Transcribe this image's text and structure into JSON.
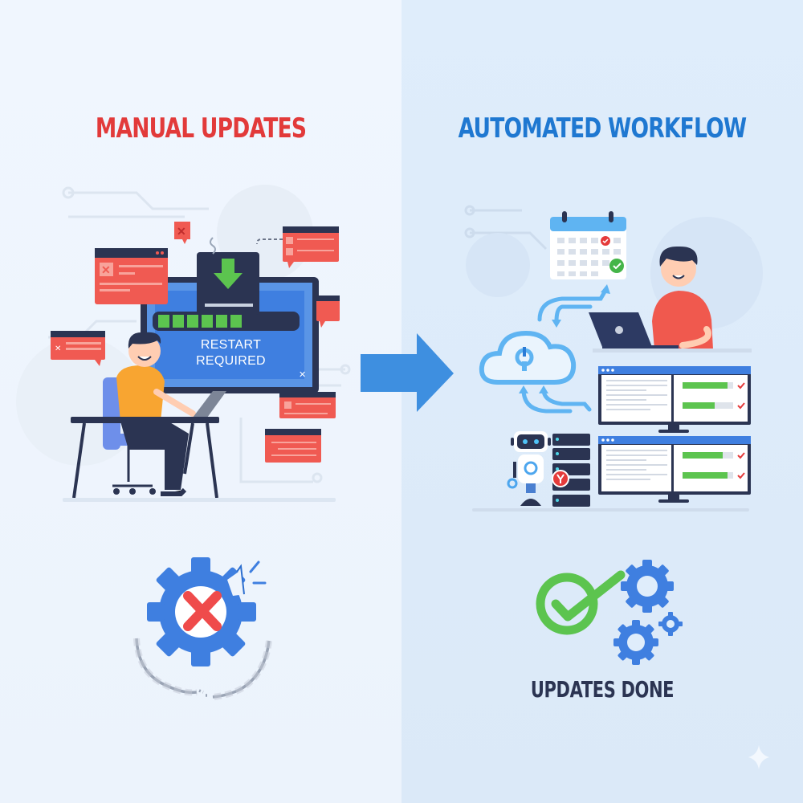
{
  "left": {
    "title": "MANUAL UPDATES",
    "screen_message_line1": "RESTART",
    "screen_message_line2": "REQUIRED",
    "progress_segments_filled": 6,
    "icons": [
      "download-arrow-icon",
      "error-popup-icon",
      "broken-gear-icon",
      "x-mark-icon",
      "broken-chain-icon"
    ]
  },
  "right": {
    "title": "AUTOMATED WORKFLOW",
    "caption": "UPDATES DONE",
    "icons": [
      "calendar-icon",
      "cloud-wrench-icon",
      "robot-icon",
      "server-rack-icon",
      "dashboard-monitor-icon",
      "check-circle-icon",
      "gears-icon"
    ],
    "dashboard_progress": [
      {
        "monitor": 1,
        "bars": [
          0.88,
          0.62
        ]
      },
      {
        "monitor": 2,
        "bars": [
          0.78,
          0.88
        ]
      }
    ]
  },
  "colors": {
    "manual_red": "#e23a3a",
    "auto_blue": "#1f78d1",
    "gear_blue": "#3f7fe0",
    "success_green": "#5cc44f",
    "dark_navy": "#2b3452",
    "popup_red": "#f05a52"
  },
  "transition_icon": "right-arrow-icon",
  "watermark_icon": "sparkle-icon"
}
